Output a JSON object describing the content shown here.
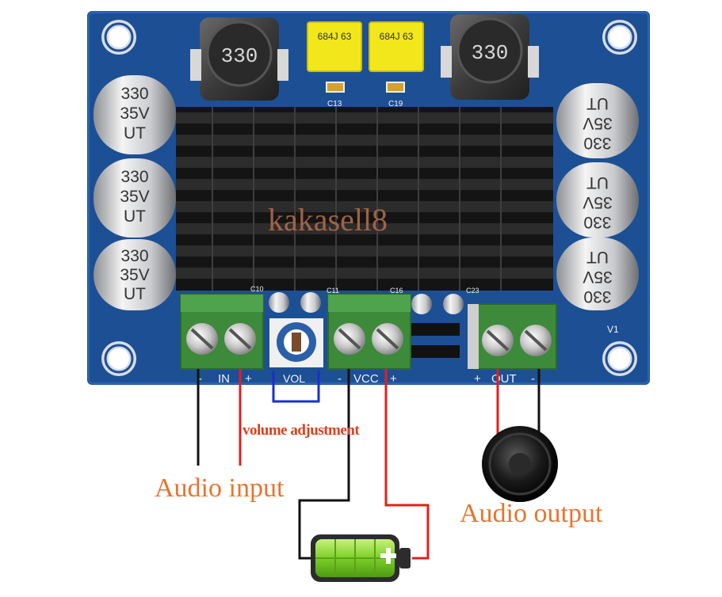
{
  "board": {
    "watermark": "kakasell8",
    "silkscreen": {
      "in": "IN",
      "vol": "VOL",
      "vcc": "VCC",
      "out": "OUT",
      "minus": "-",
      "plus": "+",
      "v1": "V1",
      "c10": "C10",
      "c11": "C11",
      "c16": "C16",
      "c23": "C23",
      "c13": "C13",
      "c19": "C19"
    },
    "inductors": [
      {
        "marking": "330"
      },
      {
        "marking": "330"
      }
    ],
    "film_caps": [
      {
        "marking": "684J 63"
      },
      {
        "marking": "684J 63"
      }
    ],
    "electrolytic_caps": {
      "left": [
        {
          "line1": "330",
          "line2": "35V",
          "line3": "UT"
        },
        {
          "line1": "330",
          "line2": "35V",
          "line3": "UT"
        },
        {
          "line1": "330",
          "line2": "35V",
          "line3": "UT"
        }
      ],
      "right": [
        {
          "line1": "UT",
          "line2": "35V",
          "line3": "330"
        },
        {
          "line1": "UT",
          "line2": "35V",
          "line3": "330"
        },
        {
          "line1": "UT",
          "line2": "35V",
          "line3": "330"
        }
      ]
    }
  },
  "annotations": {
    "audio_input": "Audio input",
    "audio_output": "Audio output",
    "volume_adjustment": "volume adjustment"
  },
  "colors": {
    "pcb": "#1d4f95",
    "heatsink": "#1e1e1e",
    "terminal": "#3c8a3a",
    "wire_red": "#e0201a",
    "wire_black": "#111111",
    "label": "#e8742f",
    "battery": "#7bcf28"
  }
}
